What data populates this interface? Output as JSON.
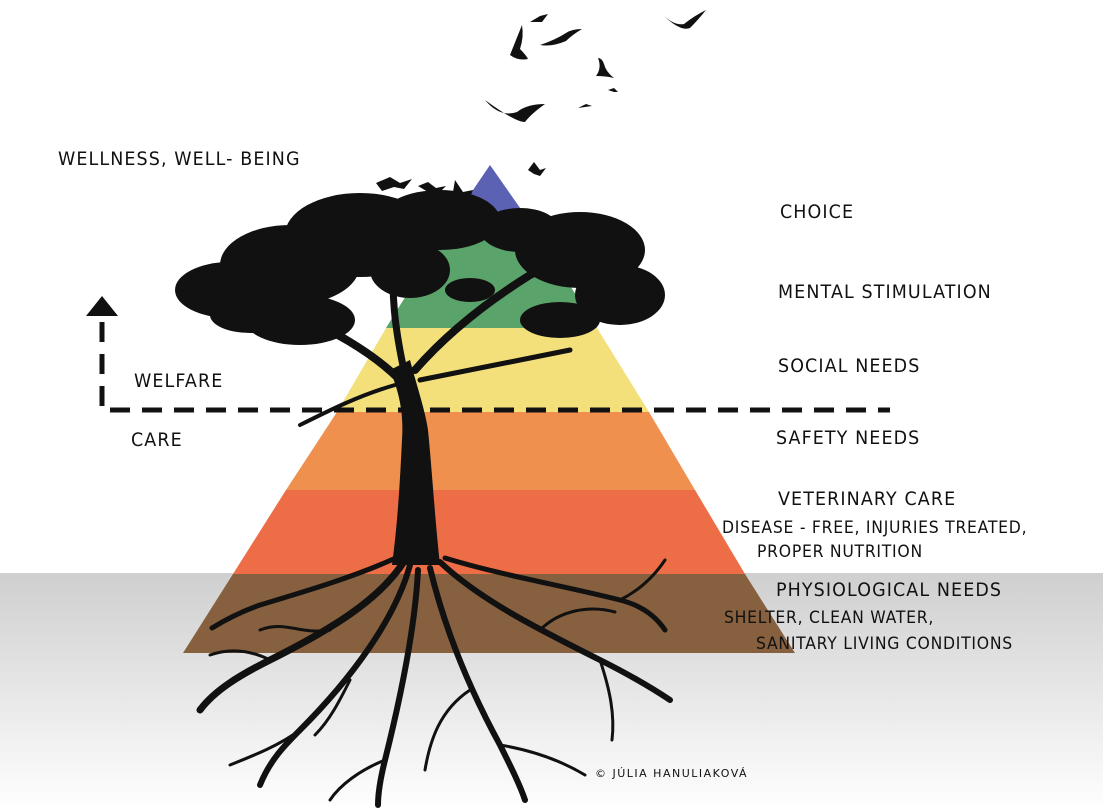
{
  "labels": {
    "wellness": "WELLNESS, WELL- BEING",
    "welfare": "WELFARE",
    "care": "CARE",
    "choice": "CHOICE",
    "mental": "MENTAL STIMULATION",
    "social": "SOCIAL NEEDS",
    "safety": "SAFETY NEEDS",
    "vet_title": "VETERINARY CARE",
    "vet_line1": "DISEASE - FREE, INJURIES TREATED,",
    "vet_line2": "PROPER NUTRITION",
    "phys_title": "PHYSIOLOGICAL NEEDS",
    "phys_line1": "SHELTER, CLEAN WATER,",
    "phys_line2": "SANITARY LIVING CONDITIONS"
  },
  "credit": "© JÚLIA HANULIAKOVÁ",
  "pyramid_levels": [
    {
      "name": "choice",
      "color": "#5b62b3"
    },
    {
      "name": "mental stimulation",
      "color": "#5aa36a"
    },
    {
      "name": "social needs",
      "color": "#f4e07a"
    },
    {
      "name": "safety needs",
      "color": "#f0904f"
    },
    {
      "name": "veterinary care",
      "color": "#ec6d46"
    },
    {
      "name": "physiological needs",
      "color": "#86603f"
    }
  ],
  "colors": {
    "ground_top": "#cfcfcf",
    "ground_bottom": "#ffffff",
    "ink": "#111111"
  },
  "icons": [
    "tree-silhouette-icon",
    "bird-icon",
    "roots-icon",
    "up-arrow-icon"
  ]
}
